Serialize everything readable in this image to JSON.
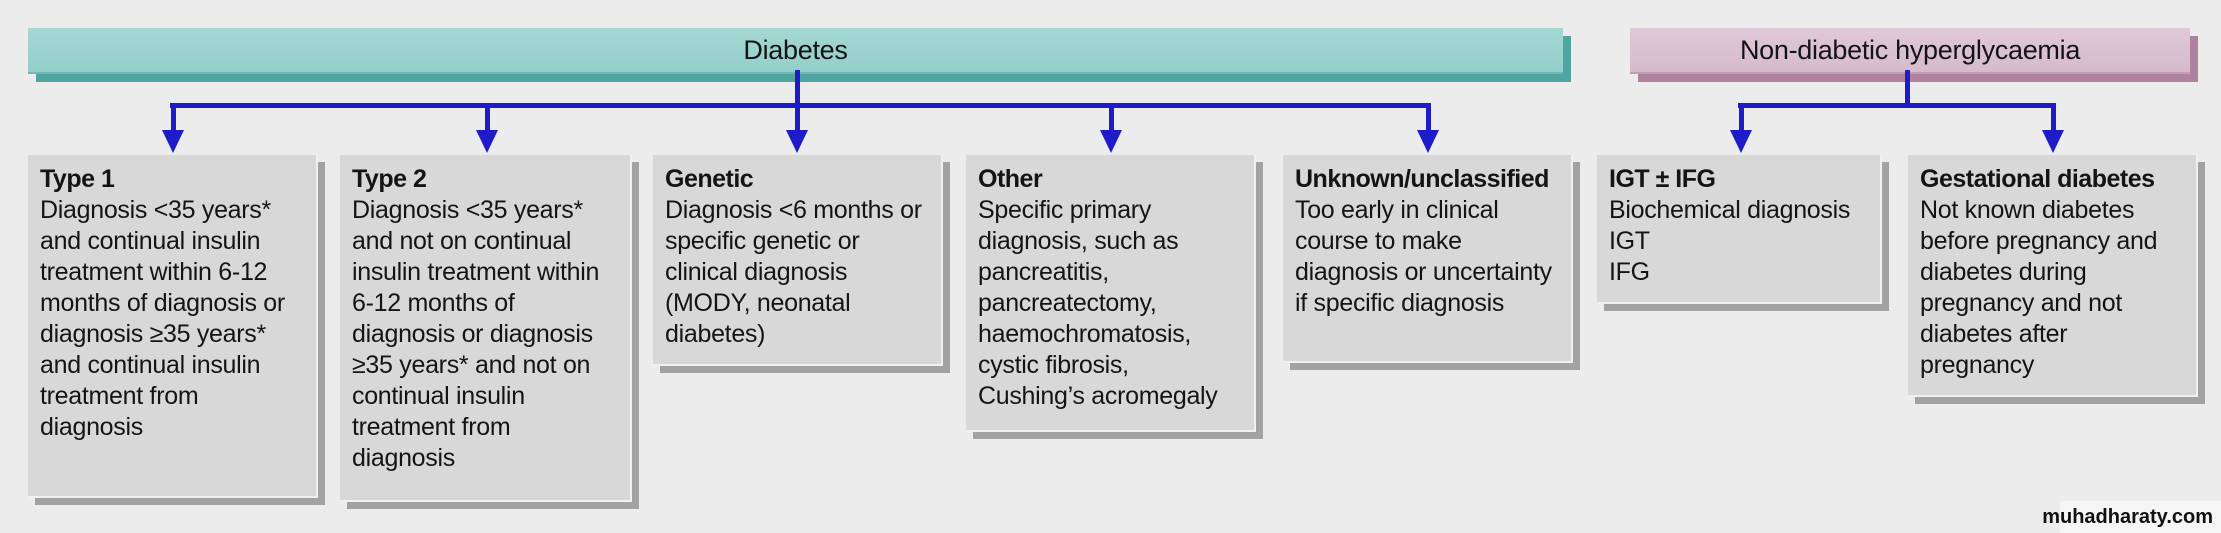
{
  "page": {
    "watermark": "muhadharaty.com"
  },
  "headers": {
    "diabetes": {
      "label": "Diabetes"
    },
    "non_diabetic": {
      "label": "Non-diabetic hyperglycaemia"
    }
  },
  "boxes": [
    {
      "id": "type-1",
      "group": "diabetes",
      "title": "Type 1",
      "body": "Diagnosis <35 years* and continual insulin treatment within 6-12 months of diagnosis or diagnosis ≥35 years* and continual insulin treatment from diagnosis"
    },
    {
      "id": "type-2",
      "group": "diabetes",
      "title": "Type 2",
      "body": "Diagnosis <35 years* and not on continual insulin treatment within 6-12 months of diagnosis or diagnosis ≥35 years* and not on continual insulin treatment from diagnosis"
    },
    {
      "id": "genetic",
      "group": "diabetes",
      "title": "Genetic",
      "body": "Diagnosis <6 months or specific genetic or clinical diagnosis (MODY, neonatal diabetes)"
    },
    {
      "id": "other",
      "group": "diabetes",
      "title": "Other",
      "body": "Specific primary diagnosis, such as pancreatitis, pancreatectomy, haemochromatosis, cystic fibrosis, Cushing’s acromegaly"
    },
    {
      "id": "unknown-unclassified",
      "group": "diabetes",
      "title": "Unknown/unclassified",
      "body": "Too early in clinical course to make diagnosis or uncertainty if specific diagnosis"
    },
    {
      "id": "igt-ifg",
      "group": "non_diabetic",
      "title": "IGT ± IFG",
      "body": "Biochemical diagnosis\nIGT\nIFG"
    },
    {
      "id": "gestational-diabetes",
      "group": "non_diabetic",
      "title": "Gestational diabetes",
      "body": "Not known diabetes before pregnancy and diabetes during pregnancy and not diabetes after pregnancy"
    }
  ],
  "colors": {
    "background": "#ECECEC",
    "connector_blue": "#1E1BC8",
    "diabetes_bar_fill": "#9CD3CF",
    "diabetes_bar_shadow": "#4FA5A1",
    "non_diabetic_bar_fill": "#DCC3D3",
    "non_diabetic_bar_shadow": "#B0829F",
    "box_fill": "#D8D8D8",
    "box_shadow": "#A2A2A2",
    "text": "#141414"
  }
}
